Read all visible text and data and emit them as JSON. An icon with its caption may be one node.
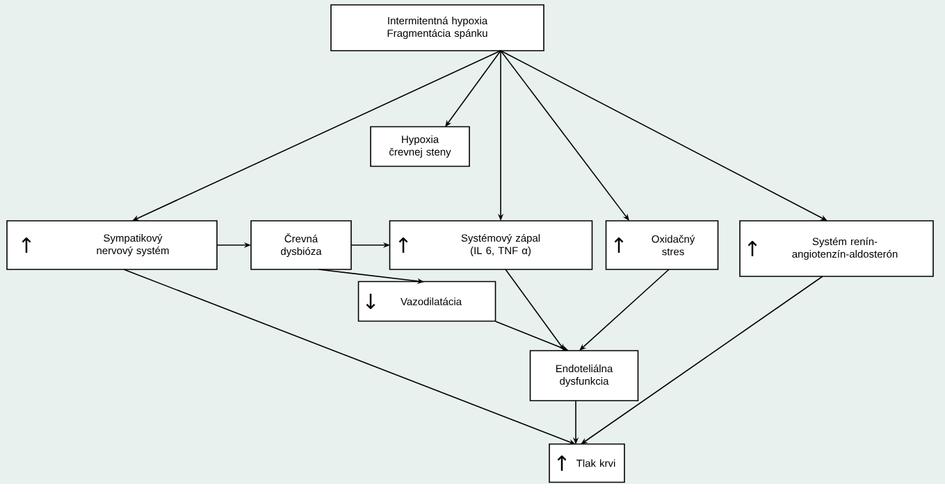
{
  "diagram": {
    "nodes": [
      {
        "text": [
          "Intermitentná hypoxia Fragmentácia spánku"
        ]
      },
      {
        "text": [
          "Hypoxia črevnej steny"
        ]
      },
      {
        "text": [
          "↑",
          "Sympatikový nervový systém"
        ]
      },
      {
        "text": [
          "Črevná dysbióza"
        ]
      },
      {
        "text": [
          "↑",
          "Systémový zápal (IL 6, TNF α)"
        ]
      },
      {
        "text": [
          "↑",
          "Oxidačný stres"
        ]
      },
      {
        "text": [
          "↑",
          "Systém renín-angiotenzín-aldosterón"
        ]
      },
      {
        "text": [
          "↓",
          "Vazodilatácia"
        ]
      },
      {
        "text": [
          "Endoteliálna dysfunkcia"
        ]
      },
      {
        "text": [
          "↑",
          "Tlak krvi"
        ]
      }
    ],
    "edges": [
      {
        "from": 0,
        "to": 2,
        "arrow": "to"
      },
      {
        "from": 0,
        "to": 1,
        "arrow": "to"
      },
      {
        "from": 0,
        "to": 4,
        "arrow": "to"
      },
      {
        "from": 0,
        "to": 5,
        "arrow": "to"
      },
      {
        "from": 0,
        "to": 6,
        "arrow": "to"
      },
      {
        "from": 2,
        "to": 3,
        "arrow": "to"
      },
      {
        "from": 3,
        "to": 4,
        "arrow": "to"
      },
      {
        "from": 3,
        "to": 7,
        "arrow": "to"
      },
      {
        "from": 2,
        "to": 9,
        "arrow": "to"
      },
      {
        "from": 4,
        "to": 8,
        "arrow": "to"
      },
      {
        "from": 5,
        "to": 8,
        "arrow": "to"
      },
      {
        "from": 7,
        "to": 8,
        "arrow": "to"
      },
      {
        "from": 8,
        "to": 9,
        "arrow": "to"
      },
      {
        "from": 6,
        "to": 9,
        "arrow": "to"
      }
    ]
  }
}
